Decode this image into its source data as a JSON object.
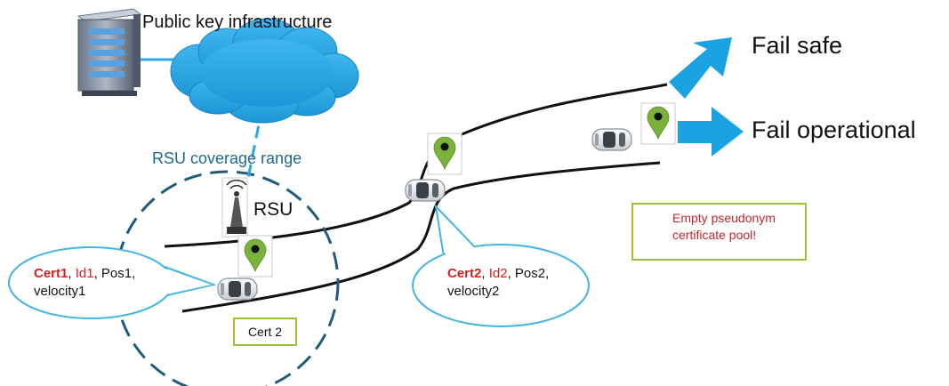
{
  "pki": {
    "label": "Public key infrastructure"
  },
  "rsu": {
    "coverage_label": "RSU coverage range",
    "label": "RSU"
  },
  "outcomes": {
    "fail_safe": "Fail safe",
    "fail_operational": "Fail operational"
  },
  "bubble1": {
    "cert": "Cert1",
    "id": "Id1",
    "pos": "Pos1,",
    "velocity": "velocity1"
  },
  "bubble2": {
    "cert": "Cert2",
    "id": "Id2",
    "pos": "Pos2,",
    "velocity": "velocity2"
  },
  "cert_box": {
    "label": "Cert 2"
  },
  "warning": {
    "line1": "Empty pseudonym",
    "line2": "certificate pool!"
  },
  "colors": {
    "cloud": "#2aa8e6",
    "arrow": "#1ba2e2",
    "coverage": "#1f5a7a",
    "bubble": "#42b4e4",
    "pin": "#7ab23a",
    "box_border": "#9dc23a",
    "cert_red": "#d42020",
    "warning_red": "#c0282d"
  }
}
